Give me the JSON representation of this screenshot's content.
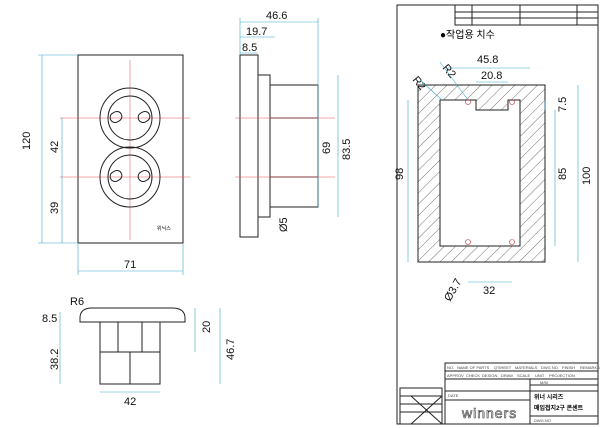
{
  "front": {
    "h_total": "120",
    "h_upper": "42",
    "h_lower": "39",
    "width": "71",
    "brand_label": "위닉스"
  },
  "side": {
    "d_total": "46.6",
    "d_mid": "19.7",
    "d_plate": "8.5",
    "h_inner": "69",
    "h_outer": "83.5",
    "hole": "Ø5"
  },
  "bottom": {
    "radius": "R6",
    "plate": "8.5",
    "body": "38.2",
    "depth_a": "20",
    "depth_total": "46.7",
    "width": "42"
  },
  "cutout": {
    "title": "●작업용 치수",
    "w_outer": "45.8",
    "w_notch": "20.8",
    "r1": "R2",
    "r2": "R2",
    "notch_depth": "7.5",
    "h_left": "98",
    "h_inner": "85",
    "h_right": "100",
    "hole_spacing": "32",
    "hole_dia": "Ø3.7"
  },
  "title_block": {
    "row1": [
      "NO.",
      "NAME OF PARTS",
      "Q'SHEET",
      "MATERIALS",
      "DWG NO.",
      "FINISH",
      "REMARKS"
    ],
    "row2": [
      "APPROV",
      "CHECK",
      "DESIGN",
      "DRAW",
      "SCALE",
      "UNIT",
      "PROJECTION"
    ],
    "unit": "M/M",
    "date": "DATE",
    "logo": "winners",
    "product_line1": "위너 시리즈",
    "product_line2": "매입접지2구 콘센트",
    "dwg_no": "DWG.NO"
  }
}
